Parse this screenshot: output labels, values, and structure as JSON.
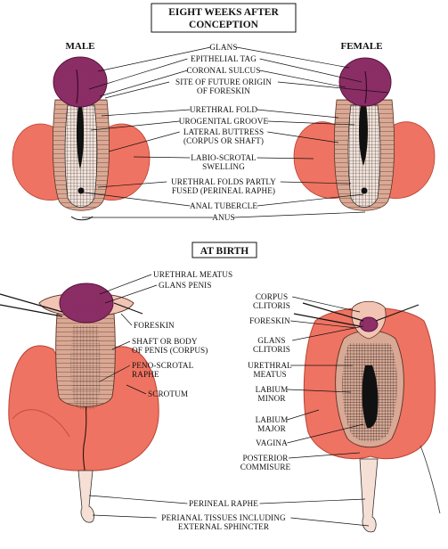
{
  "top_section": {
    "title_line1": "EIGHT WEEKS AFTER",
    "title_line2": "CONCEPTION",
    "male_label": "MALE",
    "female_label": "FEMALE",
    "labels": [
      {
        "key": "glans",
        "lines": [
          "GLANS"
        ]
      },
      {
        "key": "epithelial_tag",
        "lines": [
          "EPITHELIAL TAG"
        ]
      },
      {
        "key": "coronal_sulcus",
        "lines": [
          "CORONAL SULCUS"
        ]
      },
      {
        "key": "future_foreskin",
        "lines": [
          "SITE OF FUTURE ORIGIN",
          "OF FORESKIN"
        ]
      },
      {
        "key": "urethral_fold",
        "lines": [
          "URETHRAL FOLD"
        ]
      },
      {
        "key": "urogenital_groove",
        "lines": [
          "UROGENITAL GROOVE"
        ]
      },
      {
        "key": "lateral_buttress",
        "lines": [
          "LATERAL BUTTRESS",
          "(CORPUS OR SHAFT)"
        ]
      },
      {
        "key": "labio_scrotal",
        "lines": [
          "LABIO-SCROTAL",
          "SWELLING"
        ]
      },
      {
        "key": "urethral_folds_fused",
        "lines": [
          "URETHRAL FOLDS PARTLY",
          "FUSED (PERINEAL RAPHE)"
        ]
      },
      {
        "key": "anal_tubercle",
        "lines": [
          "ANAL TUBERCLE"
        ]
      },
      {
        "key": "anus",
        "lines": [
          "ANUS"
        ]
      }
    ]
  },
  "bottom_section": {
    "title": "AT BIRTH",
    "male_labels": [
      {
        "key": "urethral_meatus",
        "lines": [
          "URETHRAL MEATUS"
        ]
      },
      {
        "key": "glans_penis",
        "lines": [
          "GLANS PENIS"
        ]
      },
      {
        "key": "foreskin",
        "lines": [
          "FORESKIN"
        ]
      },
      {
        "key": "shaft",
        "lines": [
          "SHAFT OR BODY",
          "OF PENIS (CORPUS)"
        ]
      },
      {
        "key": "peno_scrotal_raphe",
        "lines": [
          "PENO-SCROTAL",
          "RAPHE"
        ]
      },
      {
        "key": "scrotum",
        "lines": [
          "SCROTUM"
        ]
      }
    ],
    "female_labels": [
      {
        "key": "corpus_clitoris",
        "lines": [
          "CORPUS",
          "CLITORIS"
        ]
      },
      {
        "key": "foreskin_f",
        "lines": [
          "FORESKIN"
        ]
      },
      {
        "key": "glans_clitoris",
        "lines": [
          "GLANS",
          "CLITORIS"
        ]
      },
      {
        "key": "urethral_meatus_f",
        "lines": [
          "URETHRAL",
          "MEATUS"
        ]
      },
      {
        "key": "labium_minor",
        "lines": [
          "LABIUM",
          "MINOR"
        ]
      },
      {
        "key": "labium_major",
        "lines": [
          "LABIUM",
          "MAJOR"
        ]
      },
      {
        "key": "vagina",
        "lines": [
          "VAGINA"
        ]
      },
      {
        "key": "posterior_commisure",
        "lines": [
          "POSTERIOR",
          "COMMISURE"
        ]
      }
    ],
    "shared_labels": [
      {
        "key": "perineal_raphe",
        "lines": [
          "PERINEAL RAPHE"
        ]
      },
      {
        "key": "perianal_tissues",
        "lines": [
          "PERIANAL TISSUES INCLUDING",
          "EXTERNAL SPHINCTER"
        ]
      }
    ]
  },
  "colors": {
    "swelling": "#ef7362",
    "swelling_dark": "#c94a3c",
    "glans": "#8e2f68",
    "glans_dark": "#5a1340",
    "fold": "#d7a898",
    "skin": "#f2c4b4",
    "ink": "#141414"
  }
}
